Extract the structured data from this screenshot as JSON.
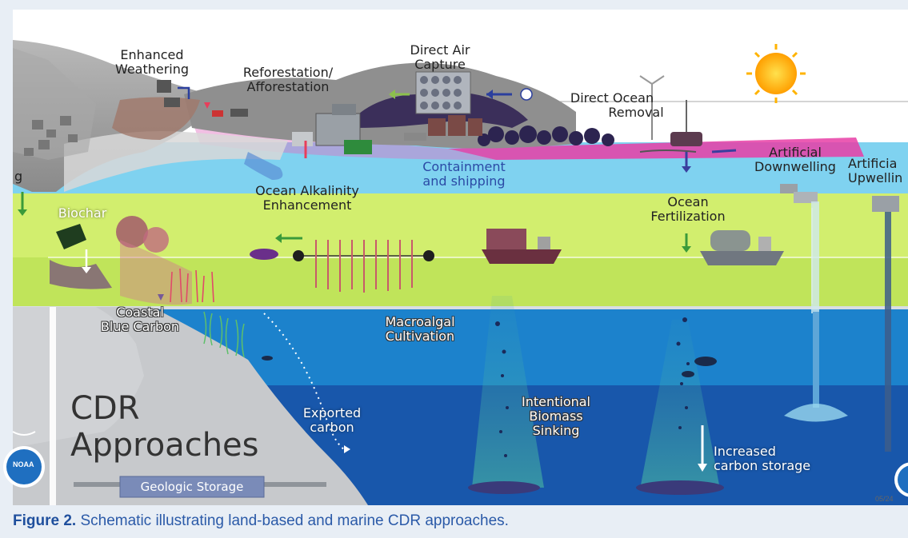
{
  "labels": {
    "enhanced_weathering": [
      "Enhanced",
      "Weathering"
    ],
    "reforestation": [
      "Reforestation/",
      "Afforestation"
    ],
    "direct_air_capture": [
      "Direct Air",
      "Capture"
    ],
    "direct_ocean_removal": [
      "Direct Ocean",
      "Removal"
    ],
    "containment_shipping": [
      "Containment",
      "and shipping"
    ],
    "ocean_alkalinity": [
      "Ocean Alkalinity",
      "Enhancement"
    ],
    "biochar": "Biochar",
    "coastal_blue_carbon": [
      "Coastal",
      "Blue Carbon"
    ],
    "macroalgal_cultivation": [
      "Macroalgal",
      "Cultivation"
    ],
    "ocean_fertilization": [
      "Ocean",
      "Fertilization"
    ],
    "artificial_downwelling": [
      "Artificial",
      "Downwelling"
    ],
    "artificial_upwelling": [
      "Artificia",
      "Upwellin"
    ],
    "left_cut_label": "g",
    "intentional_biomass_sinking": [
      "Intentional",
      "Biomass",
      "Sinking"
    ],
    "exported_carbon": [
      "Exported",
      "carbon"
    ],
    "increased_carbon_storage": [
      "Increased",
      "carbon storage"
    ]
  },
  "title": [
    "CDR",
    "Approaches"
  ],
  "geologic_storage": "Geologic Storage",
  "logo_text": "NOAA",
  "version": "05/24",
  "caption": {
    "figure": "Figure 2.",
    "text": " Schematic illustrating land-based and marine CDR approaches."
  },
  "icons": [
    "sun-icon",
    "wind-turbine-icon",
    "noaa-logo-icon",
    "factory-icon",
    "ship-icon",
    "tree-icon",
    "fish-icon",
    "kelp-icon",
    "arrow-icon"
  ],
  "colors": {
    "sky": "#ffffff",
    "surface_water": "#7fd2f0",
    "algae_band": "#d2ee6e",
    "mid_ocean": "#1c82cc",
    "deep_ocean": "#1857ab",
    "seafloor_land": "#c7c9cc",
    "caption_blue": "#2b5aa8",
    "magenta": "#e83ea6",
    "sun": "#ffb300"
  }
}
